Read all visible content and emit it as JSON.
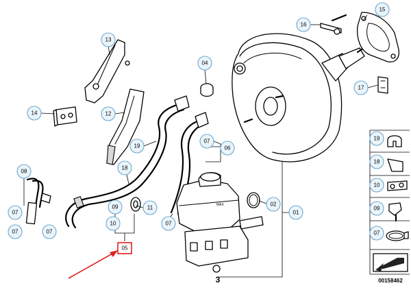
{
  "callouts": [
    {
      "id": "c15",
      "label": "15"
    },
    {
      "id": "c16",
      "label": "16"
    },
    {
      "id": "c17",
      "label": "17"
    },
    {
      "id": "c13",
      "label": "13"
    },
    {
      "id": "c04",
      "label": "04"
    },
    {
      "id": "c14",
      "label": "14"
    },
    {
      "id": "c12",
      "label": "12"
    },
    {
      "id": "c19",
      "label": "19"
    },
    {
      "id": "c07a",
      "label": "07"
    },
    {
      "id": "c06",
      "label": "06"
    },
    {
      "id": "c08",
      "label": "08"
    },
    {
      "id": "c18",
      "label": "18"
    },
    {
      "id": "c09",
      "label": "09"
    },
    {
      "id": "c11",
      "label": "11"
    },
    {
      "id": "c10",
      "label": "10"
    },
    {
      "id": "c07b",
      "label": "07"
    },
    {
      "id": "c07c",
      "label": "07"
    },
    {
      "id": "c07d",
      "label": "07"
    },
    {
      "id": "c07e",
      "label": "07"
    },
    {
      "id": "c02",
      "label": "02"
    },
    {
      "id": "c01",
      "label": "01"
    }
  ],
  "group_label": "05",
  "assembly_label": "3",
  "sidebar": [
    {
      "id": "s19",
      "label": "19"
    },
    {
      "id": "s18",
      "label": "18"
    },
    {
      "id": "s10",
      "label": "10"
    },
    {
      "id": "s09",
      "label": "09"
    },
    {
      "id": "s07",
      "label": "07"
    }
  ],
  "reference_code": "00158462",
  "colors": {
    "callout_fill": "#eaf4fb",
    "callout_stroke": "#6fa8cc",
    "highlight": "#e02020"
  }
}
